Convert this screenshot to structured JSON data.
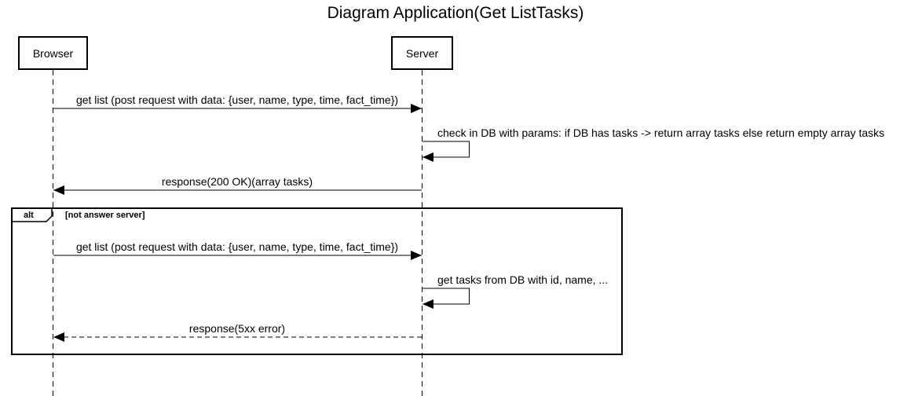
{
  "diagram": {
    "title": "Diagram Application(Get ListTasks)",
    "participants": {
      "browser": "Browser",
      "server": "Server"
    },
    "messages": [
      {
        "label": "get list (post request with data: {user, name, type, time, fact_time})",
        "from": "browser",
        "to": "server",
        "style": "solid"
      },
      {
        "label": "check in DB with params: if DB has tasks -> return array tasks else return empty array tasks",
        "from": "server",
        "to": "server",
        "style": "solid"
      },
      {
        "label": "response(200 OK)(array tasks)",
        "from": "server",
        "to": "browser",
        "style": "solid"
      },
      {
        "label": "get list (post request with data: {user, name, type, time, fact_time})",
        "from": "browser",
        "to": "server",
        "style": "solid"
      },
      {
        "label": "get tasks from DB with id, name, ...",
        "from": "server",
        "to": "server",
        "style": "solid"
      },
      {
        "label": "response(5xx error)",
        "from": "server",
        "to": "browser",
        "style": "dashed"
      }
    ],
    "fragment": {
      "operator": "alt",
      "condition": "[not answer server]"
    },
    "colors": {
      "line": "#000000",
      "background": "#ffffff"
    }
  }
}
